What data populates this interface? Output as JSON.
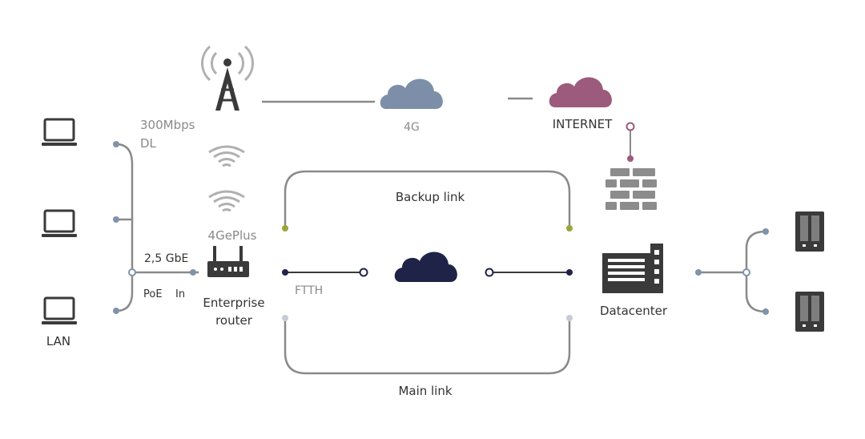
{
  "labels": {
    "lan": "LAN",
    "speed": "300Mbps",
    "dl": "DL",
    "gbe": "2,5 GbE",
    "poe": "PoE",
    "in": "In",
    "fourgeplus": "4GePlus",
    "router_line1": "Enterprise",
    "router_line2": "router",
    "fourg": "4G",
    "internet": "INTERNET",
    "backup": "Backup link",
    "main": "Main link",
    "ftth": "FTTH",
    "datacenter": "Datacenter"
  },
  "colors": {
    "line": "#8a8a8a",
    "dot_blue": "#7f93aa",
    "cloud_4g": "#7d8fa8",
    "cloud_internet": "#9c5a7c",
    "cloud_ftth": "#1f2347",
    "firewall": "#8c8c8c",
    "dot_backup": "#9aa63a",
    "dot_navy": "#1f2347",
    "dot_main": "#c6ccd6",
    "icon_dark": "#3a3a3a",
    "text": "#333333",
    "text_light": "#8a8a8a"
  },
  "icons": {
    "laptop": "laptop-icon",
    "tower": "antenna-tower-icon",
    "wifi": "wifi-signal-icon",
    "router": "router-icon",
    "cloud": "cloud-icon",
    "firewall": "firewall-icon",
    "datacenter": "datacenter-building-icon",
    "server": "server-icon"
  }
}
